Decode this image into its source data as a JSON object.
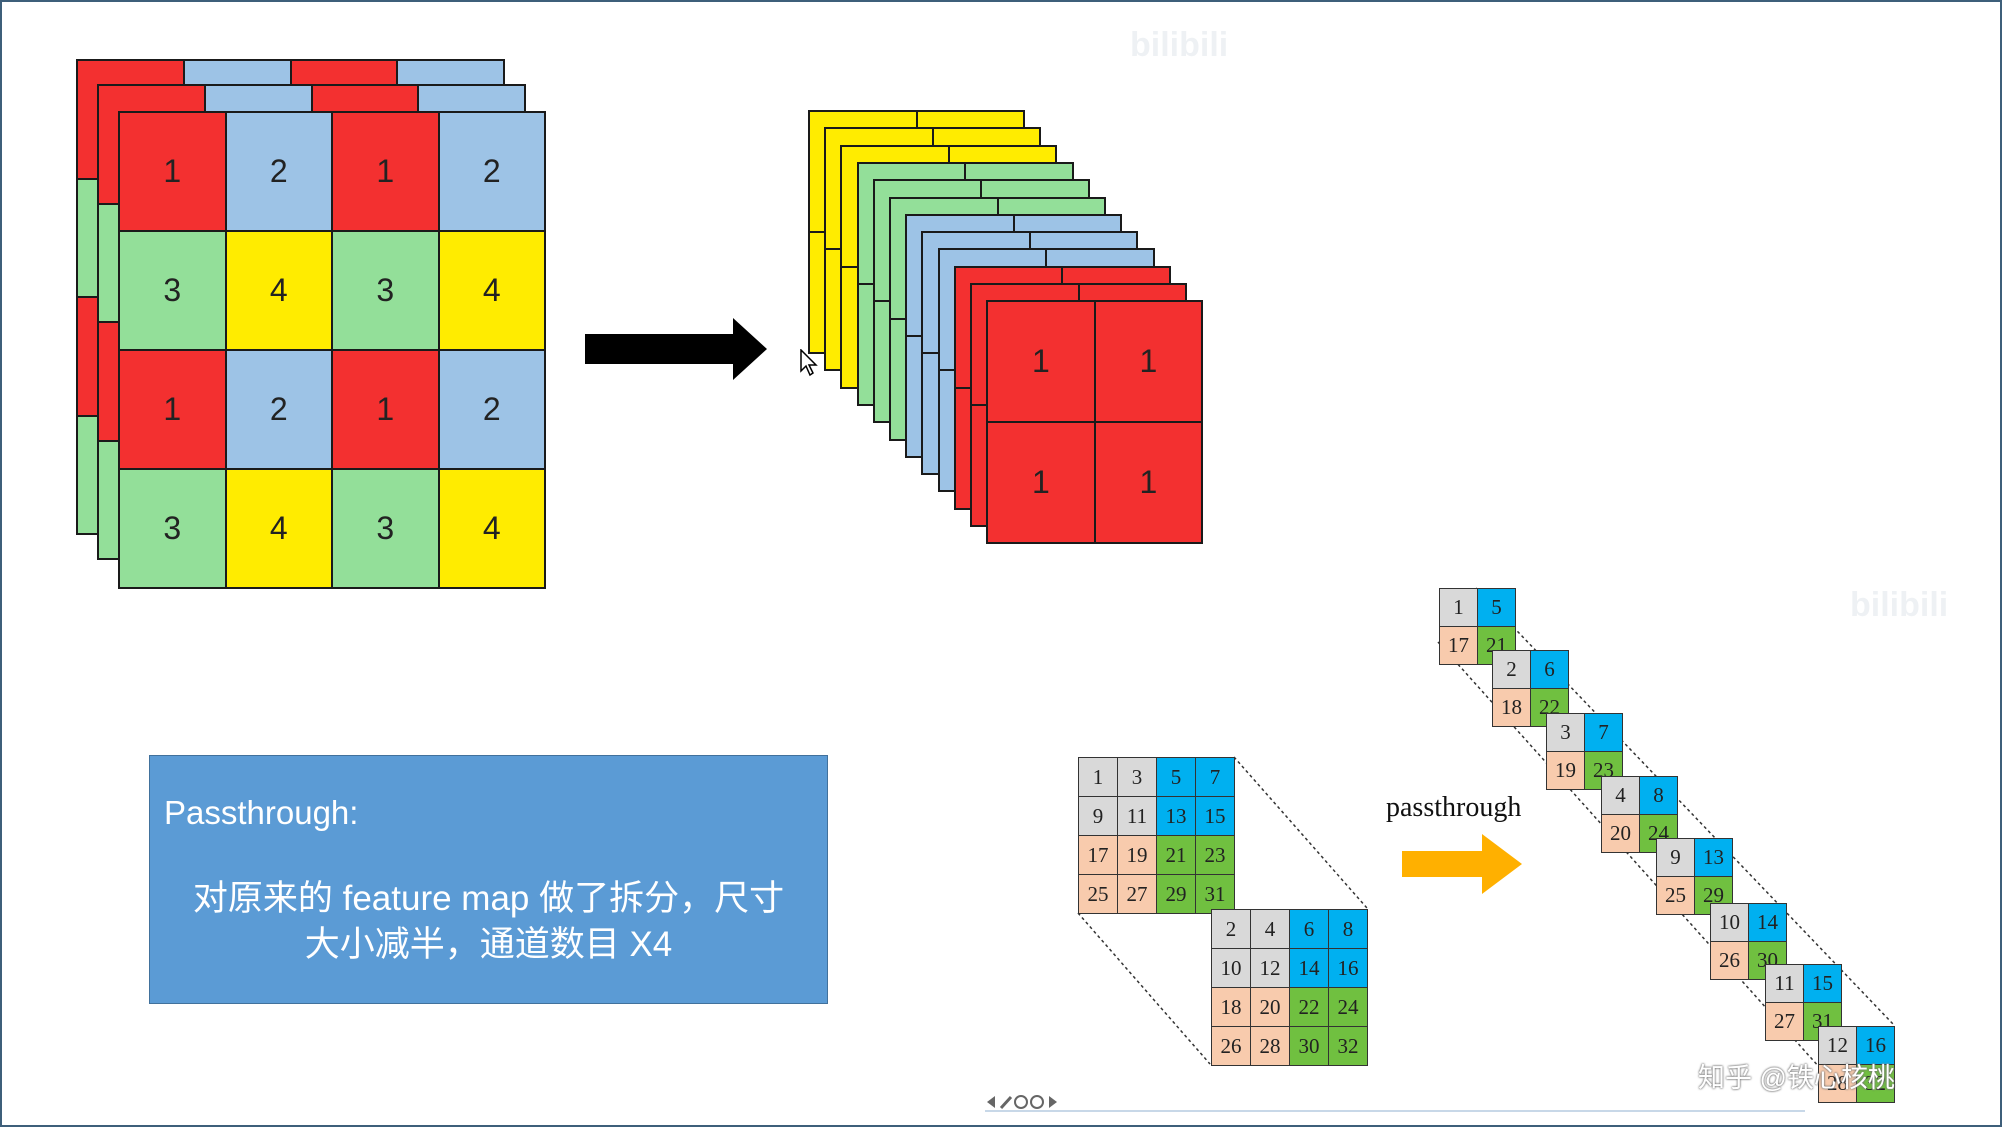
{
  "colors": {
    "red": "#f33030",
    "blue": "#9dc3e6",
    "green": "#93df99",
    "yellow": "#ffec00",
    "arrow_black": "#000000",
    "arrow_orange": "#ffb000",
    "small_gray": "#d9d9d9",
    "small_cyan": "#00b0f0",
    "small_orange": "#f8cbad",
    "small_green": "#70c040",
    "box_blue": "#5b9bd5"
  },
  "left_grid": {
    "rows": [
      [
        "1",
        "2",
        "1",
        "2"
      ],
      [
        "3",
        "4",
        "3",
        "4"
      ],
      [
        "1",
        "2",
        "1",
        "2"
      ],
      [
        "3",
        "4",
        "3",
        "4"
      ]
    ],
    "colors": [
      [
        "red",
        "blue",
        "red",
        "blue"
      ],
      [
        "green",
        "yellow",
        "green",
        "yellow"
      ],
      [
        "red",
        "blue",
        "red",
        "blue"
      ],
      [
        "green",
        "yellow",
        "green",
        "yellow"
      ]
    ]
  },
  "right_grid": {
    "rows": [
      [
        "1",
        "1"
      ],
      [
        "1",
        "1"
      ]
    ]
  },
  "textbox": {
    "title": "Passthrough:",
    "line1": "对原来的 feature map 做了拆分，尺寸",
    "line2": "大小减半，通道数目 X4"
  },
  "passthrough_label": "passthrough",
  "source_grid": {
    "top_rows": [
      [
        "1",
        "3",
        "5",
        "7"
      ],
      [
        "9",
        "11",
        "13",
        "15"
      ],
      [
        "17",
        "19",
        "21",
        "23"
      ],
      [
        "25",
        "27",
        "29",
        "31"
      ]
    ],
    "bottom_rows": [
      [
        "2",
        "4",
        "6",
        "8"
      ],
      [
        "10",
        "12",
        "14",
        "16"
      ],
      [
        "18",
        "20",
        "22",
        "24"
      ],
      [
        "26",
        "28",
        "30",
        "32"
      ]
    ],
    "colors": [
      [
        "small_gray",
        "small_gray",
        "small_cyan",
        "small_cyan"
      ],
      [
        "small_gray",
        "small_gray",
        "small_cyan",
        "small_cyan"
      ],
      [
        "small_orange",
        "small_orange",
        "small_green",
        "small_green"
      ],
      [
        "small_orange",
        "small_orange",
        "small_green",
        "small_green"
      ]
    ]
  },
  "split_blocks": [
    {
      "tl": "1",
      "tr": "5",
      "bl": "17",
      "br": "21"
    },
    {
      "tl": "2",
      "tr": "6",
      "bl": "18",
      "br": "22"
    },
    {
      "tl": "3",
      "tr": "7",
      "bl": "19",
      "br": "23"
    },
    {
      "tl": "4",
      "tr": "8",
      "bl": "20",
      "br": "24"
    },
    {
      "tl": "9",
      "tr": "13",
      "bl": "25",
      "br": "29"
    },
    {
      "tl": "10",
      "tr": "14",
      "bl": "26",
      "br": "30"
    },
    {
      "tl": "11",
      "tr": "15",
      "bl": "27",
      "br": "31"
    },
    {
      "tl": "12",
      "tr": "16",
      "bl": "28",
      "br": "32"
    }
  ],
  "watermarks": {
    "site": "bilibili"
  },
  "credit": "知乎 @铁心核桃"
}
